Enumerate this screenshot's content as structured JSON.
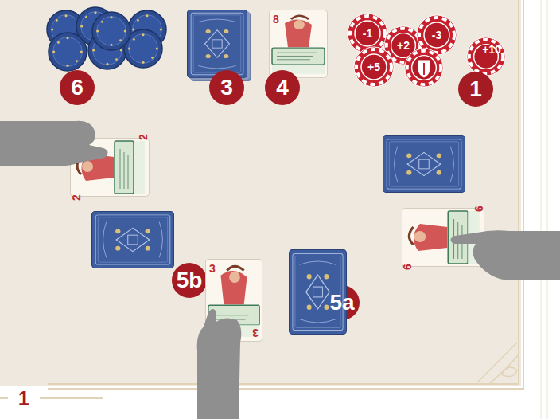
{
  "diagram": {
    "labels": [
      "6",
      "3",
      "4",
      "1",
      "-1",
      "+2",
      "-3",
      "+5",
      "+10",
      "8",
      "2",
      "2",
      "6",
      "6",
      "3",
      "3",
      "5b",
      "5a",
      "1"
    ]
  }
}
